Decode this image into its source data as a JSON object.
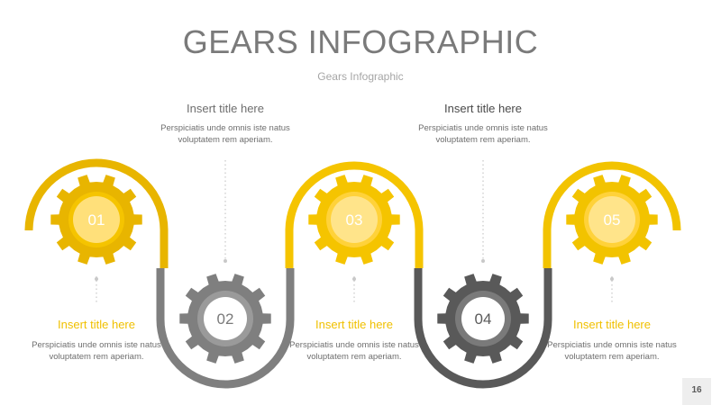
{
  "slide": {
    "title": "GEARS INFOGRAPHIC",
    "subtitle": "Gears Infographic",
    "page_number": "16"
  },
  "steps": [
    {
      "number": "01",
      "title": "Insert title here",
      "description": "Perspiciatis unde omnis iste natus voluptatem rem aperiam.",
      "color": "#e8b500",
      "inner_color": "#ffd95e"
    },
    {
      "number": "02",
      "title": "Insert title here",
      "description": "Perspiciatis unde omnis iste natus voluptatem rem aperiam.",
      "color": "#7f7f7f",
      "inner_color": "#b3b3b3"
    },
    {
      "number": "03",
      "title": "Insert title here",
      "description": "Perspiciatis unde omnis iste natus voluptatem rem aperiam.",
      "color": "#f5c400",
      "inner_color": "#ffdd66"
    },
    {
      "number": "04",
      "title": "Insert title here",
      "description": "Perspiciatis unde omnis iste natus voluptatem rem aperiam.",
      "color": "#595959",
      "inner_color": "#a6a6a6"
    },
    {
      "number": "05",
      "title": "Insert title here",
      "description": "Perspiciatis unde omnis iste natus voluptatem rem aperiam.",
      "color": "#f2c300",
      "inner_color": "#ffdd66"
    }
  ],
  "colors": {
    "title_gold": "#f0c000",
    "title_gray": "#6e6e6e",
    "connector": "#c8c8c8"
  }
}
